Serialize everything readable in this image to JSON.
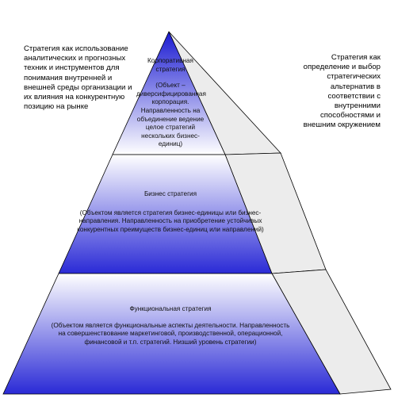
{
  "left_note": "Стратегия как использование аналитических и прогнозных техник и инструментов для понимания внутренней и внешней среды организации и их влияния на конкурентную позицию на рынке",
  "right_note": "Стратегия как определение и выбор стратегических альтернатив в соответствии с внутренними способностями и внешним окружением",
  "tiers": [
    {
      "title": "Корпоративная стратегия",
      "desc": "(Объект – диверсифицированная корпорация. Направленность на объединение ведение целое стратегий нескольких бизнес-единиц)"
    },
    {
      "title": "Бизнес стратегия",
      "desc": "(Объектом является стратегия бизнес-единицы или бизнес-направления. Направленность на приобретение устойчивых конкурентных преимуществ бизнес-единиц или направлений)"
    },
    {
      "title": "Функциональная стратегия",
      "desc": "(Объектом является функциональные аспекты деятельности. Направленность на совершенствование маркетинговой, производственной, операционной, финансовой и т.п. стратегий. Низший уровень стратегии)"
    }
  ],
  "colors": {
    "tier_top": "#1a1ad2",
    "tier_bottom": "#ffffff",
    "side_face": "#ececec",
    "outline": "#000000"
  }
}
